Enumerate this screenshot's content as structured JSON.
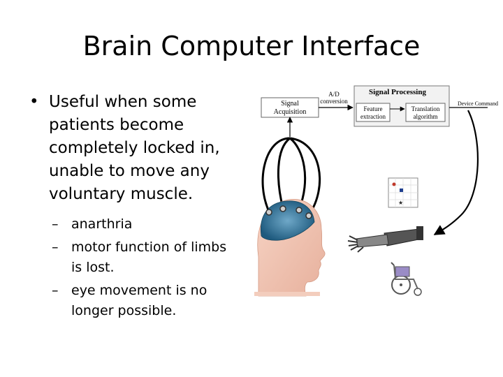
{
  "slide": {
    "title": "Brain Computer Interface",
    "bullet_main": "Useful when some patients  become completely locked in, unable to move any voluntary muscle.",
    "sub_bullets": [
      "anarthria",
      "motor function of limbs is  lost.",
      "eye  movement  is  no longer possible."
    ]
  },
  "diagram": {
    "signal_acquisition": [
      "Signal",
      "Acquisition"
    ],
    "ad_conversion": [
      "A/D",
      "conversion"
    ],
    "signal_processing": "Signal Processing",
    "feature_extraction": [
      "Feature",
      "extraction"
    ],
    "translation_algorithm": [
      "Translation",
      "algorithm"
    ],
    "device_command": "Device Command"
  },
  "glyphs": {
    "bullet": "•",
    "dash": "–"
  }
}
